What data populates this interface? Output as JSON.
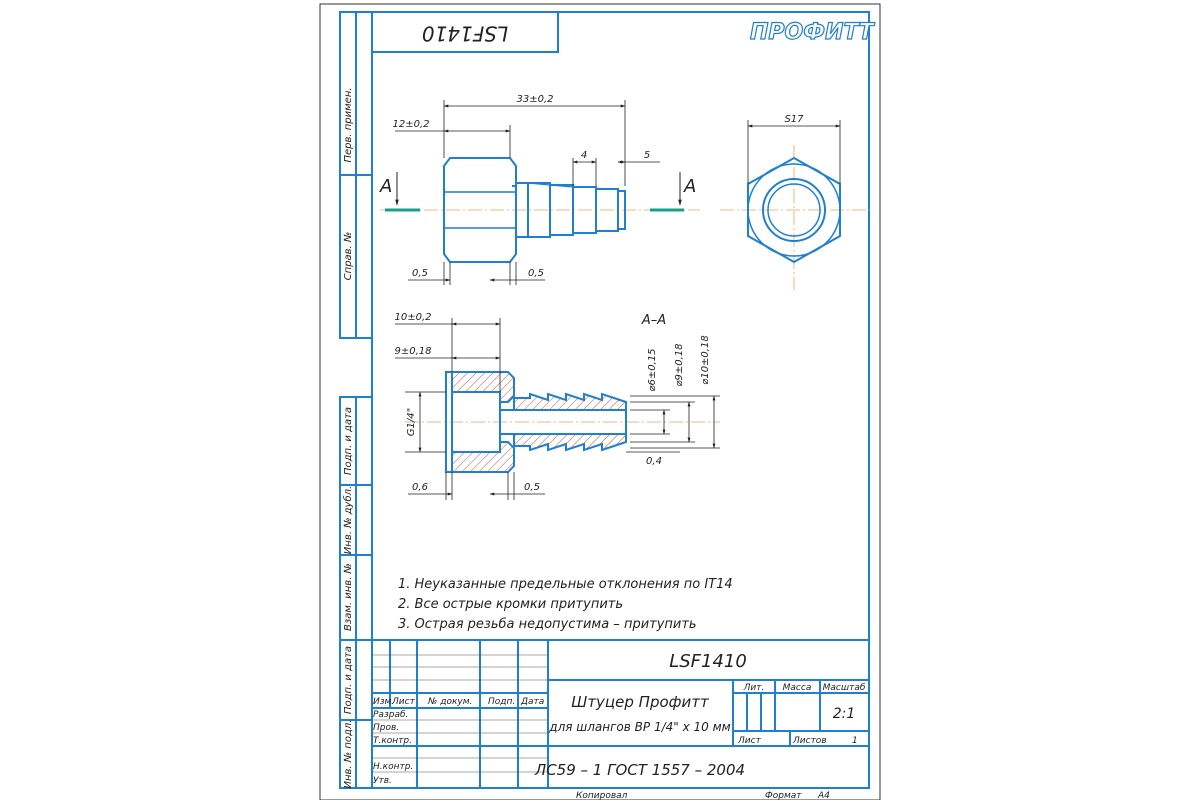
{
  "stamp_top": "LSF1410",
  "brand": "ПРОФИТТ",
  "side_labels": [
    "Перв. примен.",
    "Справ. №",
    "Подп. и дата",
    "Инв. № дубл.",
    "Взам. инв. №",
    "Подп. и дата",
    "Инв. № подл."
  ],
  "views": {
    "section_title": "A–A",
    "section_mark": "A",
    "dims_front": {
      "overall": "33±0,2",
      "hex_len": "12±0,2",
      "rib_pitch": "4",
      "rib_end": "5",
      "chamfer_left": "0,5",
      "chamfer_right": "0,5"
    },
    "dims_side": {
      "across_flats": "S17"
    },
    "dims_section": {
      "depth1": "10±0,2",
      "depth2": "9±0,18",
      "thread": "G1/4\"",
      "bore": "⌀6±0,15",
      "d_mid": "⌀9±0,18",
      "d_outer": "⌀10±0,18",
      "wall": "0,4",
      "chamfer_left": "0,6",
      "chamfer_right": "0,5"
    }
  },
  "notes": [
    "1. Неуказанные предельные отклонения по IT14",
    "2. Все острые кромки притупить",
    "3. Острая резьба недопустима – притупить"
  ],
  "title_block": {
    "designation": "LSF1410",
    "name_line1": "Штуцер Профитт",
    "name_line2": "для шлангов ВР 1/4\" х 10 мм",
    "material": "ЛС59 – 1 ГОСТ 1557 – 2004",
    "headers": [
      "Изм.",
      "Лист",
      "№ докум.",
      "Подп.",
      "Дата"
    ],
    "roles": [
      "Разраб.",
      "Пров.",
      "Т.контр.",
      "Н.контр.",
      "Утв."
    ],
    "lit_label": "Лит.",
    "mass_label": "Масса",
    "scale_label": "Масштаб",
    "scale_value": "2:1",
    "sheet_label": "Лист",
    "sheets_label": "Листов",
    "sheets_value": "1",
    "copied_label": "Копировал",
    "format_label": "Формат",
    "format_value": "А4"
  }
}
